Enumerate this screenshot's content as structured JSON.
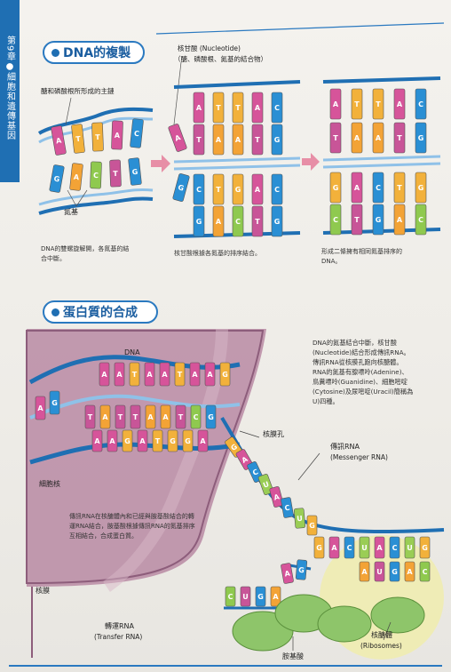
{
  "chapter_tab": {
    "lines": [
      "第",
      "9",
      "章",
      "●",
      "細",
      "胞",
      "和",
      "遺",
      "傳",
      "基",
      "因"
    ]
  },
  "dna_replication": {
    "title": "DNA的複製",
    "label_backbone": "醣和磷酸根所形成的主鏈",
    "label_base": "氮基",
    "caption_1": [
      "DNA的雙螺旋解開，各氮基的結",
      "合中斷。"
    ],
    "label_nucleotide_1": "核甘酸 (Nucleotide)",
    "label_nucleotide_2": "（醣、磷酸根、氮基的結合物）",
    "caption_2": "核甘酸根據各氮基的排序結合。",
    "caption_3": [
      "形成二條擁有相同氮基排序的",
      "DNA。"
    ],
    "strand_top_1": [
      "A",
      "T",
      "T",
      "A",
      "C"
    ],
    "strand_bottom_1": [
      "G",
      "A",
      "C",
      "T",
      "G"
    ],
    "strand_top_2": [
      "A",
      "T",
      "T",
      "A",
      "C"
    ],
    "strand_bottom_2": [
      "G",
      "A",
      "C",
      "T",
      "G"
    ],
    "strand_top_3": [
      "A",
      "T",
      "T",
      "A",
      "C"
    ],
    "strand_bottom_3": [
      "C",
      "T",
      "G",
      "A",
      "C"
    ]
  },
  "protein_synthesis": {
    "title": "蛋白質的合成",
    "intro": [
      "DNA的氮基結合中斷，核甘酸",
      "(Nucleotide)結合形成傳訊RNA。",
      "傳訊RNA從核膜孔跑向核醣體。",
      "RNA的氮基有腺嘌呤(Adenine)、",
      "鳥糞嘌呤(Guanidine)、細胞嘧啶",
      "(Cytosine)及尿嘧啶(Uracil)簡稱為",
      "U)四種。"
    ],
    "label_dna": "DNA",
    "label_nuclear_pore": "核膜孔",
    "label_mrna": "傳訊RNA",
    "label_mrna_en": "(Messenger RNA)",
    "label_nucleus": "細胞核",
    "label_nuclear_membrane": "核膜",
    "note": [
      "傳訊RNA在核醣體內和已經與胺基酸結合的轉",
      "運RNA結合，胺基酸根據傳訊RNA的氮基排序",
      "互相結合，合成蛋白質。"
    ],
    "label_trna": "轉運RNA",
    "label_trna_en": "(Transfer RNA)",
    "label_amino_acid": "胺基酸",
    "label_ribosome": "核醣體",
    "label_ribosome_en": "(Ribosomes)",
    "mrna_codons": [
      "G",
      "A",
      "C",
      "U",
      "A",
      "C",
      "U",
      "G"
    ],
    "trna_codons": [
      "C",
      "U",
      "G",
      "A"
    ]
  },
  "colors": {
    "accent": "#1f6fb3",
    "nucleus": "#b98aa3",
    "ribosome": "#f0ecb0",
    "amino": "#8ec56a"
  }
}
